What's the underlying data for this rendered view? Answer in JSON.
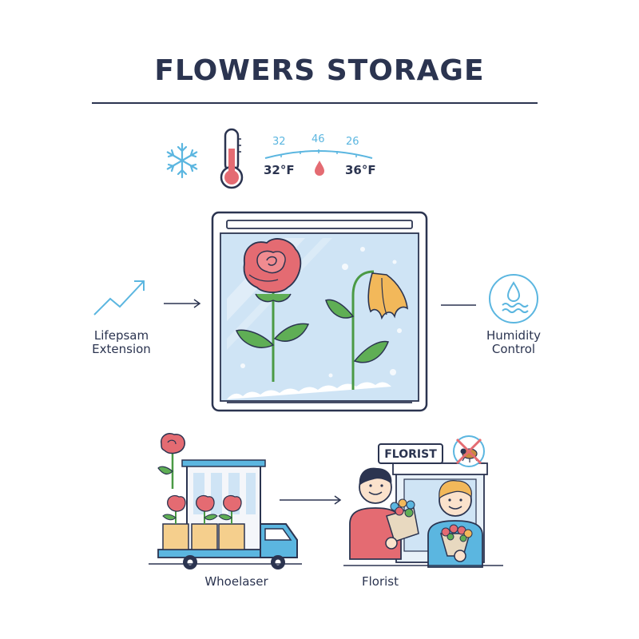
{
  "title": "FLOWERS STORAGE",
  "temperature": {
    "scale_ticks": [
      "32",
      "46",
      "26"
    ],
    "low": "32°F",
    "high": "36°F"
  },
  "features": {
    "lifespan": [
      "Lifepsam",
      "Extension"
    ],
    "humidity": [
      "Humidity",
      "Control"
    ]
  },
  "supply_chain": {
    "wholesaler": "Whoelaser",
    "florist": "Florist",
    "shop_sign": "FLORIST"
  },
  "colors": {
    "navy": "#2b3450",
    "ice_blue": "#cfe4f5",
    "accent_blue": "#5bb6e0",
    "rose": "#e46b72",
    "leaf": "#5fae55",
    "bellflower": "#f2b85a"
  },
  "icons": [
    "snowflake-icon",
    "thermometer-icon",
    "water-drop-icon",
    "trend-up-icon",
    "humidity-icon",
    "no-pests-icon"
  ]
}
